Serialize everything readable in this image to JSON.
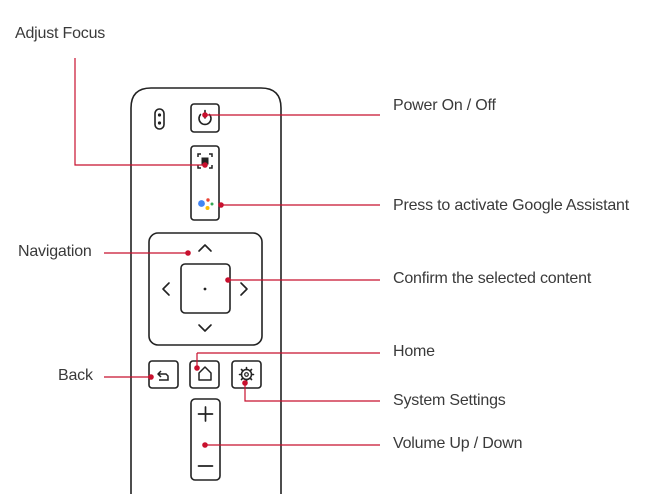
{
  "labels": {
    "adjust_focus": "Adjust Focus",
    "power": "Power On / Off",
    "google_assistant": "Press to activate Google Assistant",
    "navigation": "Navigation",
    "confirm": "Confirm the selected content",
    "home": "Home",
    "back": "Back",
    "settings": "System Settings",
    "volume": "Volume Up / Down"
  },
  "colors": {
    "callout": "#c8102e",
    "outline": "#222222",
    "text": "#3a3a3a",
    "assistant_blue": "#4285f4",
    "assistant_red": "#ea4335",
    "assistant_yellow": "#fbbc05",
    "assistant_green": "#34a853"
  },
  "icons": {
    "power": "power-icon",
    "focus": "focus-frame-icon",
    "assistant": "google-assistant-icon",
    "up": "chevron-up-icon",
    "down": "chevron-down-icon",
    "left": "chevron-left-icon",
    "right": "chevron-right-icon",
    "back": "back-arrow-icon",
    "home": "home-icon",
    "settings": "gear-icon",
    "plus": "plus-icon",
    "minus": "minus-icon",
    "indicator": "led-indicator-icon"
  }
}
